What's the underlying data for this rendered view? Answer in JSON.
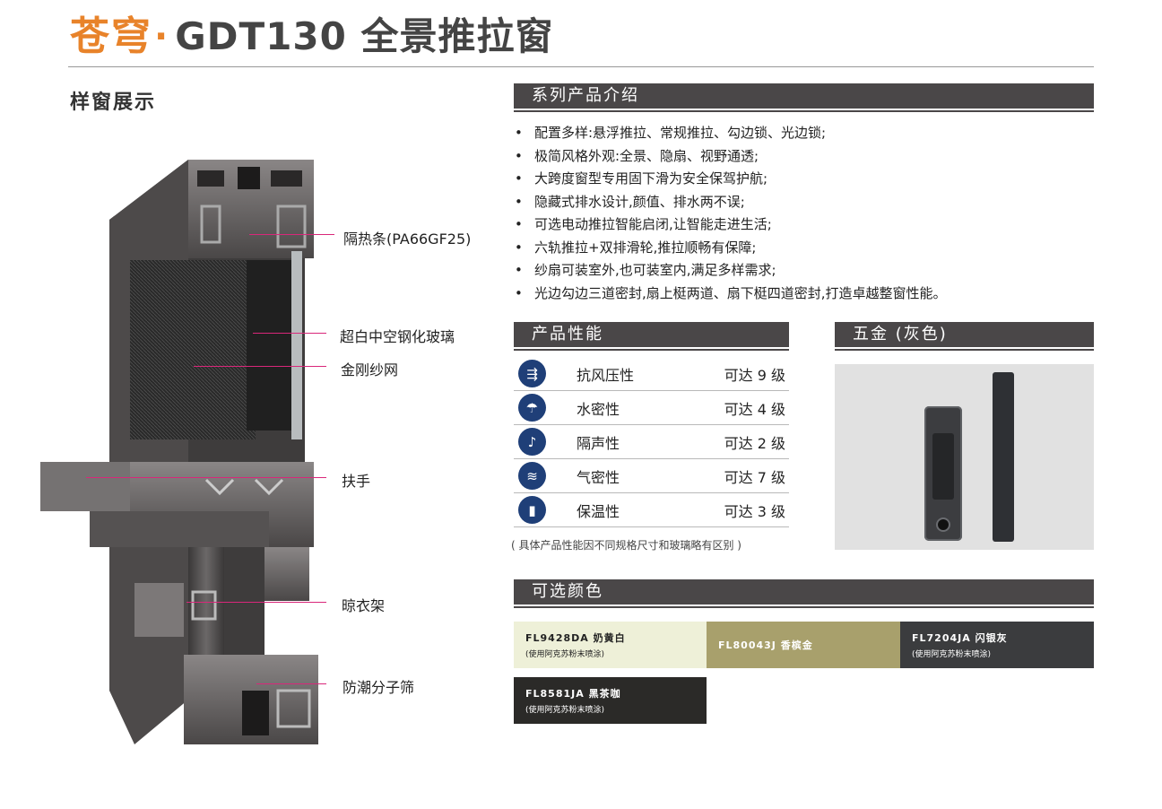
{
  "header": {
    "brand": "苍穹",
    "dot": "·",
    "model": "GDT130 全景推拉窗"
  },
  "left_section": {
    "title": "样窗展示"
  },
  "callouts": [
    {
      "label": "隔热条(PA66GF25)"
    },
    {
      "label": "超白中空钢化玻璃"
    },
    {
      "label": "金刚纱网"
    },
    {
      "label": "扶手"
    },
    {
      "label": "晾衣架"
    },
    {
      "label": "防潮分子筛"
    }
  ],
  "series": {
    "title": "系列产品介绍",
    "items": [
      "配置多样:悬浮推拉、常规推拉、勾边锁、光边锁;",
      "极简风格外观:全景、隐扇、视野通透;",
      "大跨度窗型专用固下滑为安全保驾护航;",
      "隐藏式排水设计,颜值、排水两不误;",
      "可选电动推拉智能启闭,让智能走进生活;",
      "六轨推拉+双排滑轮,推拉顺畅有保障;",
      "纱扇可装室外,也可装室内,满足多样需求;",
      "光边勾边三道密封,扇上梃两道、扇下梃四道密封,打造卓越整窗性能。"
    ]
  },
  "performance": {
    "title": "产品性能",
    "rows": [
      {
        "icon": "wind-pressure-icon",
        "name": "抗风压性",
        "value": "可达 9 级"
      },
      {
        "icon": "water-tightness-icon",
        "name": "水密性",
        "value": "可达 4 级"
      },
      {
        "icon": "sound-insulation-icon",
        "name": "隔声性",
        "value": "可达 2 级"
      },
      {
        "icon": "air-tightness-icon",
        "name": "气密性",
        "value": "可达 7 级"
      },
      {
        "icon": "thermal-insulation-icon",
        "name": "保温性",
        "value": "可达 3 级"
      }
    ],
    "note": "( 具体产品性能因不同规格尺寸和玻璃略有区别 )",
    "icon_color": "#1f3f78"
  },
  "hardware": {
    "title": "五金 (灰色)"
  },
  "colors": {
    "title": "可选颜色",
    "swatches": [
      {
        "name": "FL9428DA 奶黄白",
        "sub": "(使用阿克苏粉末喷涂)",
        "bg": "#eef0d8",
        "fg": "#222222"
      },
      {
        "name": "FL80043J 香槟金",
        "sub": "",
        "bg": "#a8a06c",
        "fg": "#ffffff"
      },
      {
        "name": "FL7204JA 闪银灰",
        "sub": "(使用阿克苏粉末喷涂)",
        "bg": "#3b3c3e",
        "fg": "#ffffff"
      },
      {
        "name": "FL8581JA 黑茶咖",
        "sub": "(使用阿克苏粉末喷涂)",
        "bg": "#2b2a28",
        "fg": "#ffffff"
      }
    ]
  },
  "theme": {
    "accent": "#e8832a",
    "bar": "#4a4748",
    "callout_line": "#d9277a"
  }
}
